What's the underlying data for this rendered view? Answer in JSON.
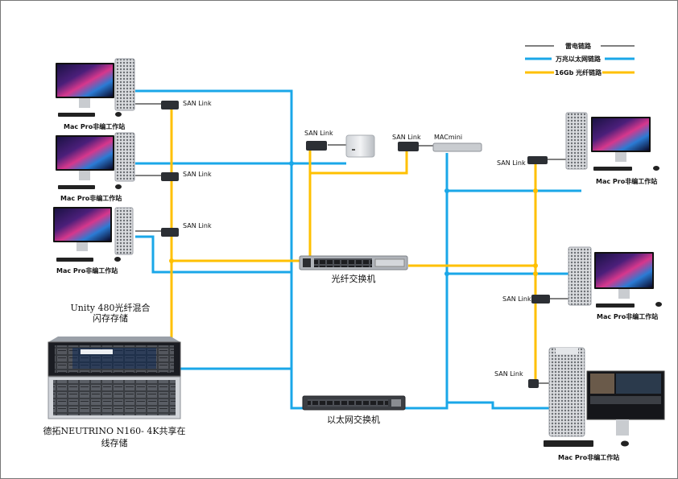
{
  "legend": {
    "items": [
      {
        "label": "雷电链路",
        "color": "#000000"
      },
      {
        "label": "万兆以太网链路",
        "color": "#1aa7e8"
      },
      {
        "label": "16Gb 光纤链路",
        "color": "#ffc000"
      }
    ]
  },
  "workstation_label": "Mac Pro非编工作站",
  "san_link_label": "SAN Link",
  "macmini_label": "MACmini",
  "fc_switch_label": "光纤交换机",
  "eth_switch_label": "以太网交换机",
  "unity_storage": {
    "line1": "Unity 480光纤混合",
    "line2": "闪存存储"
  },
  "neutrino_storage": {
    "line1": "德拓NEUTRINO N160- 4K共享在",
    "line2": "线存储"
  },
  "colors": {
    "ethernet": "#1aa7e8",
    "fiber": "#ffc000",
    "thunderbolt": "#000000"
  }
}
